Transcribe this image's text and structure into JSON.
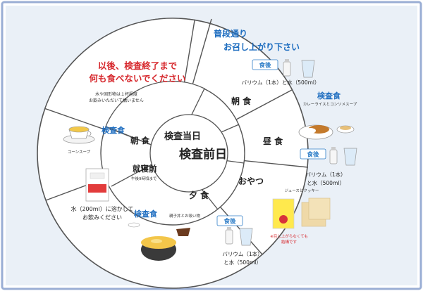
{
  "colors": {
    "frame_border": "#9aaed4",
    "frame_bg": "#ffffff",
    "canvas_bg": "#eaf0f7",
    "wheel_fill": "#ffffff",
    "wheel_stroke": "#555555",
    "red_text": "#d6262b",
    "blue_text": "#1f6ec0",
    "blue_badge": "#2f7ec8",
    "dark_text": "#222222"
  },
  "center_label": "検査前日",
  "inner_top_label": "検査当日",
  "warning": {
    "line1": "以後、検査終了まで",
    "line2": "何も食べないでください"
  },
  "water_note": {
    "line1": "水や固形物は１杯程度",
    "line2": "お飲みいただいて構いません"
  },
  "morning_day_of": {
    "label": "朝 食",
    "tag": "検査食",
    "food_caption": "コーンスープ"
  },
  "bedtime": {
    "label": "就寝前",
    "sub": "午後9時頃まで",
    "caption_line1": "水（200ml）に溶かして",
    "caption_line2": "お飲みください"
  },
  "normal_meal": {
    "line1": "普段通り",
    "line2": "お召し上がり下さい"
  },
  "breakfast": {
    "label": "朝 食",
    "badge": "食後",
    "caption": "バリウム（1本）と水（500ml）"
  },
  "lunch": {
    "label": "昼 食",
    "tag": "検査食",
    "food_caption": "カレーライスとコンソメスープ",
    "badge": "食後",
    "caption_line1": "バリウム（1本）",
    "caption_line2": "と水（500ml）"
  },
  "snack": {
    "label": "おやつ",
    "food_caption": "ジュースとクッキー",
    "note_line1": "※召し上がらなくても",
    "note_line2": "結構です"
  },
  "dinner": {
    "label": "夕 食",
    "tag": "検査食",
    "food_caption": "親子丼とお吸い物",
    "badge": "食後",
    "caption_line1": "バリウム（1本）",
    "caption_line2": "と水（500ml）"
  }
}
